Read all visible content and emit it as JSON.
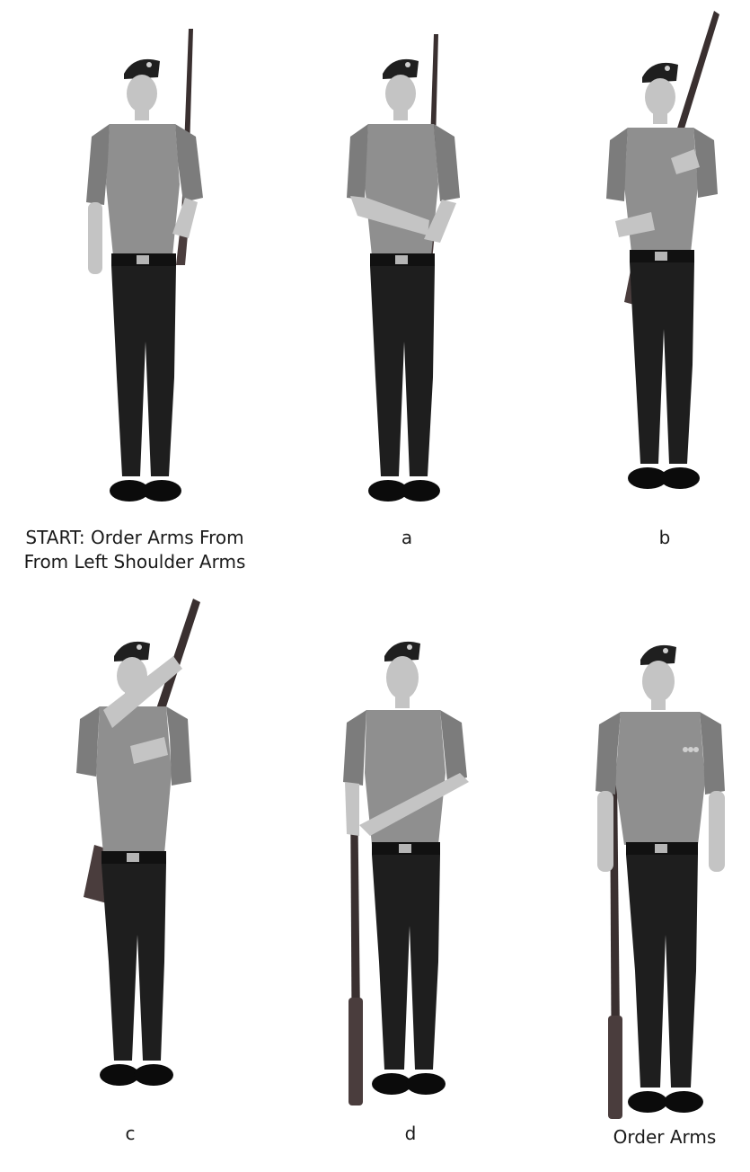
{
  "figures": [
    {
      "id": "start",
      "caption_lines": [
        "START: Order Arms From",
        "From Left Shoulder Arms"
      ]
    },
    {
      "id": "a",
      "caption_lines": [
        "a"
      ]
    },
    {
      "id": "b",
      "caption_lines": [
        "b"
      ]
    },
    {
      "id": "c",
      "caption_lines": [
        "c"
      ]
    },
    {
      "id": "d",
      "caption_lines": [
        "d"
      ]
    },
    {
      "id": "order-arms",
      "caption_lines": [
        "Order Arms"
      ]
    }
  ],
  "colors": {
    "background": "#ffffff",
    "uniform_shirt": "#8f8f8f",
    "uniform_trousers": "#1e1e1e",
    "rifle": "#3a3030"
  }
}
